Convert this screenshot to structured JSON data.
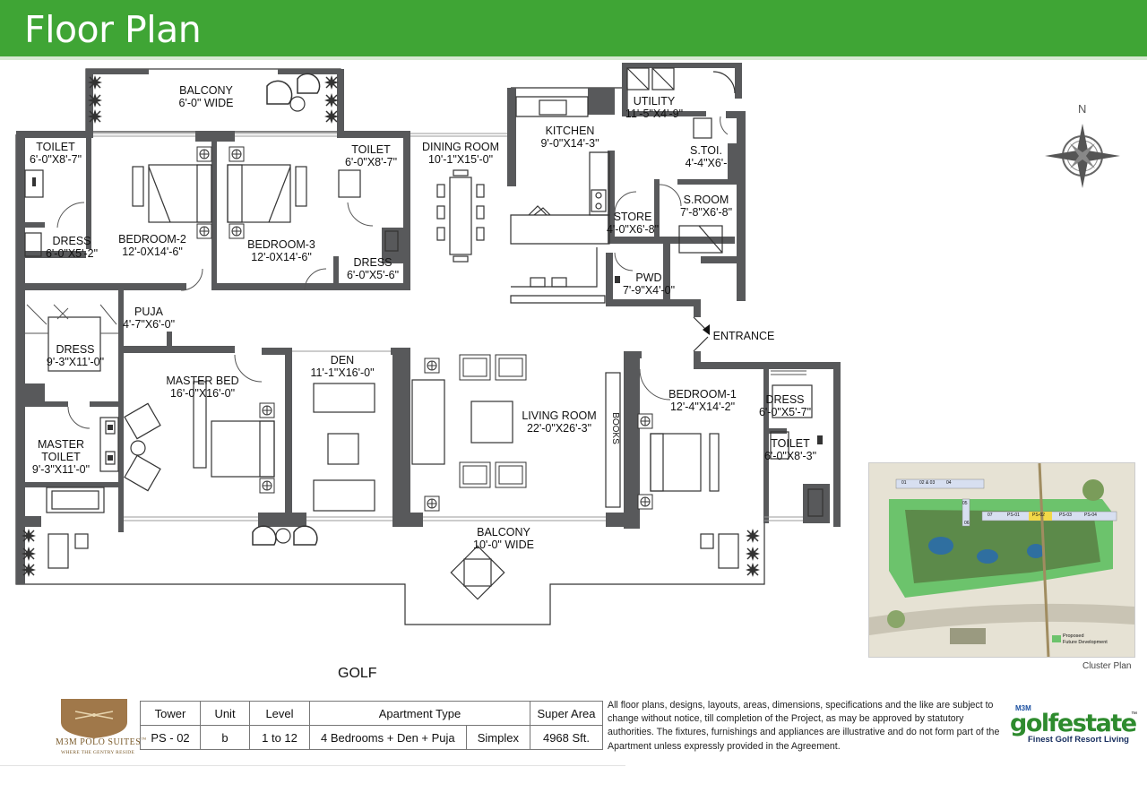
{
  "header": {
    "title": "Floor Plan"
  },
  "rooms": [
    {
      "id": "balcony-top",
      "lines": [
        "BALCONY",
        "6'-0\" WIDE"
      ]
    },
    {
      "id": "toilet-1",
      "lines": [
        "TOILET",
        "6'-0\"X8'-7\""
      ]
    },
    {
      "id": "bedroom-2",
      "lines": [
        "BEDROOM-2",
        "12'-0X14'-6\""
      ]
    },
    {
      "id": "bedroom-3",
      "lines": [
        "BEDROOM-3",
        "12'-0X14'-6\""
      ]
    },
    {
      "id": "toilet-2",
      "lines": [
        "TOILET",
        "6'-0\"X8'-7\""
      ]
    },
    {
      "id": "dining",
      "lines": [
        "DINING ROOM",
        "10'-1\"X15'-0\""
      ]
    },
    {
      "id": "kitchen",
      "lines": [
        "KITCHEN",
        "9'-0\"X14'-3\""
      ]
    },
    {
      "id": "utility",
      "lines": [
        "UTILITY",
        "11'-5\"X4'-9\""
      ]
    },
    {
      "id": "s-toi",
      "lines": [
        "S.TOI.",
        "4'-4\"X6'-"
      ]
    },
    {
      "id": "s-room",
      "lines": [
        "S.ROOM",
        "7'-8\"X6'-8\""
      ]
    },
    {
      "id": "store",
      "lines": [
        "STORE",
        "4'-0\"X6'-8\""
      ]
    },
    {
      "id": "pwd",
      "lines": [
        "PWD",
        "7'-9\"X4'-0\""
      ]
    },
    {
      "id": "dress-1",
      "lines": [
        "DRESS",
        "6'-0\"X5'-2\""
      ]
    },
    {
      "id": "dress-2",
      "lines": [
        "DRESS",
        "6'-0\"X5'-6\""
      ]
    },
    {
      "id": "puja",
      "lines": [
        "PUJA",
        "4'-7\"X6'-0\""
      ]
    },
    {
      "id": "dress-master",
      "lines": [
        "DRESS",
        "9'-3\"X11'-0\""
      ]
    },
    {
      "id": "master-bed",
      "lines": [
        "MASTER BED",
        "16'-0\"X16'-0\""
      ]
    },
    {
      "id": "den",
      "lines": [
        "DEN",
        "11'-1\"X16'-0\""
      ]
    },
    {
      "id": "living",
      "lines": [
        "LIVING ROOM",
        "22'-0\"X26'-3\""
      ]
    },
    {
      "id": "bedroom-1",
      "lines": [
        "BEDROOM-1",
        "12'-4\"X14'-2\""
      ]
    },
    {
      "id": "dress-3",
      "lines": [
        "DRESS",
        "6'-0\"X5'-7\""
      ]
    },
    {
      "id": "toilet-3",
      "lines": [
        "TOILET",
        "6'-0\"X8'-3\""
      ]
    },
    {
      "id": "master-toilet",
      "lines": [
        "MASTER",
        "TOILET",
        "9'-3\"X11'-0\""
      ]
    },
    {
      "id": "balcony-bottom",
      "lines": [
        "BALCONY",
        "10'-0\" WIDE"
      ]
    }
  ],
  "labels": {
    "entrance": "ENTRANCE",
    "books": "BOOKS",
    "golf": "GOLF",
    "north": "N"
  },
  "cluster": {
    "caption": "Cluster Plan",
    "units": [
      "01",
      "02 & 03",
      "04",
      "07",
      "PS-01",
      "PS-02",
      "PS-03",
      "PS-04",
      "05",
      "06"
    ],
    "legend": [
      "Proposed",
      "Future Development"
    ]
  },
  "table": {
    "headers": [
      "Tower",
      "Unit",
      "Level",
      "Apartment Type",
      "Super Area"
    ],
    "row": {
      "tower": "PS - 02",
      "unit": "b",
      "level": "1 to 12",
      "type": "4 Bedrooms + Den + Puja",
      "subtype": "Simplex",
      "area": "4968 Sft."
    }
  },
  "disclaimer": "All floor plans, designs, layouts, areas, dimensions, specifications and the like are subject to change without notice, till completion of the Project, as may be approved by statutory authorities. The fixtures, furnishings and appliances are illustrative and do not form part of the Apartment unless expressly provided in the Agreement.",
  "brand_left": {
    "name": "M3M POLO SUITES",
    "tm": "™",
    "tagline": "WHERE THE GENTRY RESIDE"
  },
  "brand_right": {
    "m3m": "M3M",
    "name": "golfestate",
    "tm": "™",
    "tagline": "Finest Golf Resort Living"
  },
  "colors": {
    "header": "#3fa535",
    "wall": "#58595b",
    "gold": "#a0784a",
    "brand_green": "#2e8b2e"
  }
}
